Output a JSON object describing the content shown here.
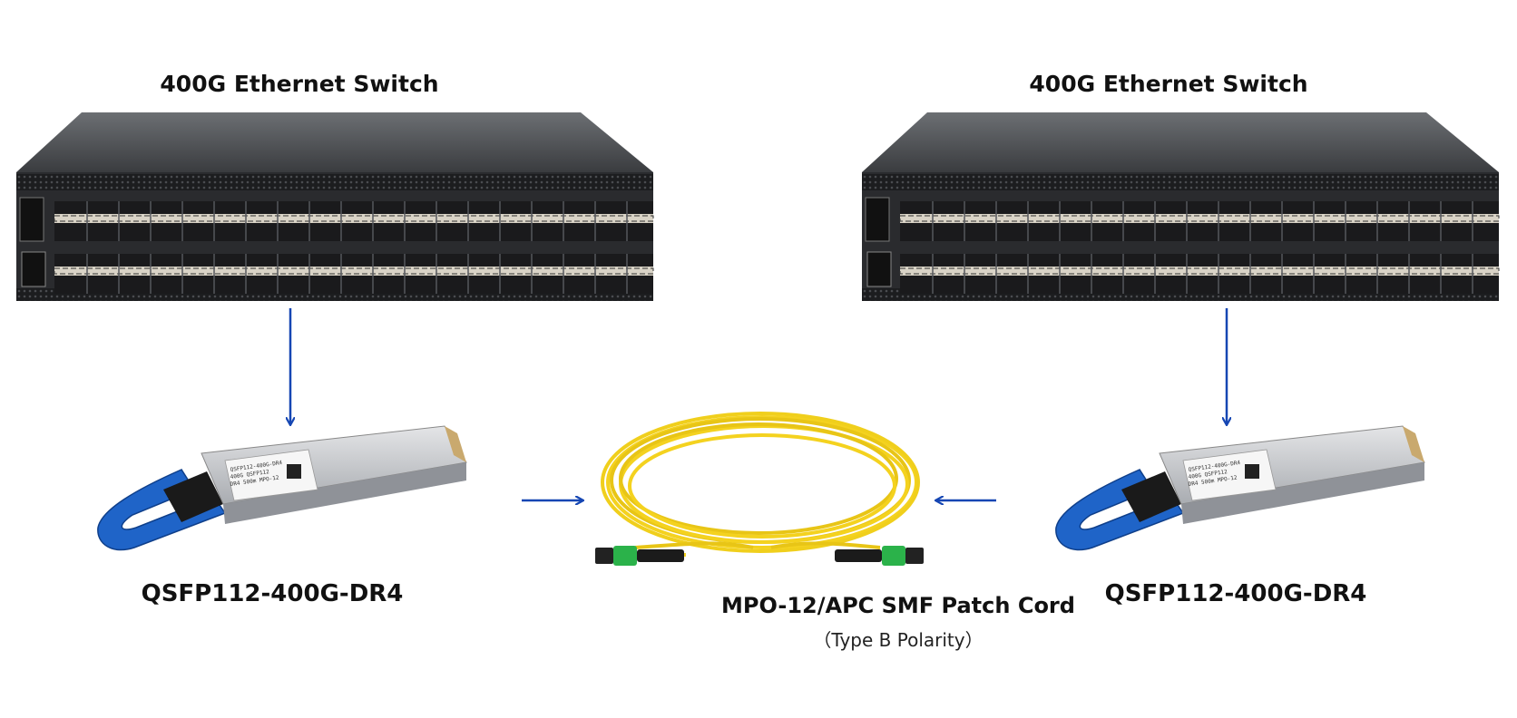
{
  "switches": [
    {
      "title": "400G Ethernet Switch"
    },
    {
      "title": "400G Ethernet Switch"
    }
  ],
  "modules": [
    {
      "title": "QSFP112-400G-DR4",
      "label_lines": [
        "QSFP112-400G-DR4",
        "400G QSFP112",
        "DR4 500m MPO-12"
      ]
    },
    {
      "title": "QSFP112-400G-DR4",
      "label_lines": [
        "QSFP112-400G-DR4",
        "400G QSFP112",
        "DR4 500m MPO-12"
      ]
    }
  ],
  "cable": {
    "title": "MPO-12/APC SMF Patch Cord",
    "subtitle": "（Type B Polarity）"
  },
  "colors": {
    "arrow": "#1546b3",
    "switch_body": "#3b3d40",
    "cable": "#f4d21f",
    "connector": "#2bb24a",
    "pull_tab": "#1f64c8"
  },
  "icons": [
    "switch-icon",
    "transceiver-icon",
    "patch-cord-icon",
    "arrow-icon"
  ]
}
